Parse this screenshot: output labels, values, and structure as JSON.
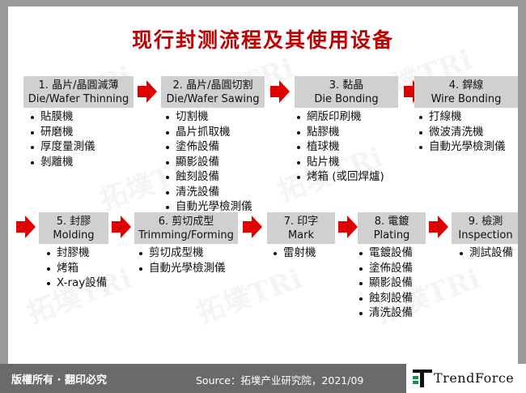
{
  "title": "现行封测流程及其使用设备",
  "watermark_text": "拓墣TRi",
  "colors": {
    "title": "#c00000",
    "arrow": "#e00000",
    "step_bg": "#d0d0d0",
    "footer": "#6a6a6a"
  },
  "steps": [
    {
      "num": "1. 晶片/晶圓減薄",
      "en": "Die/Wafer Thinning",
      "items": [
        "貼膜機",
        "研磨機",
        "厚度量測儀",
        "剝離機"
      ]
    },
    {
      "num": "2. 晶片/晶圓切割",
      "en": "Die/Wafer Sawing",
      "items": [
        "切割機",
        "晶片抓取機",
        "塗佈設備",
        "顯影設備",
        "蝕刻設備",
        "清洗設備",
        "自動光學檢測儀"
      ]
    },
    {
      "num": "3. 黏晶",
      "en": "Die Bonding",
      "items": [
        "網版印刷機",
        "點膠機",
        "植球機",
        "貼片機",
        "烤箱 (或回焊爐)"
      ]
    },
    {
      "num": "4. 銲線",
      "en": "Wire Bonding",
      "items": [
        "打線機",
        "微波清洗機",
        "自動光學檢測儀"
      ]
    },
    {
      "num": "5. 封膠",
      "en": "Molding",
      "items": [
        "封膠機",
        "烤箱",
        "X-ray設備"
      ]
    },
    {
      "num": "6. 剪切成型",
      "en": "Trimming/Forming",
      "items": [
        "剪切成型機",
        "自動光學檢測儀"
      ]
    },
    {
      "num": "7. 印字",
      "en": "Mark",
      "items": [
        "雷射機"
      ]
    },
    {
      "num": "8. 電鍍",
      "en": "Plating",
      "items": [
        "電鍍設備",
        "塗佈設備",
        "顯影設備",
        "蝕刻設備",
        "清洗設備"
      ]
    },
    {
      "num": "9. 檢測",
      "en": "Inspection",
      "items": [
        "測試設備"
      ]
    }
  ],
  "footer": {
    "copyright": "版權所有 · 翻印必究",
    "source": "Source：拓墣产业研究院，2021/09",
    "logo": "TrendForce"
  }
}
